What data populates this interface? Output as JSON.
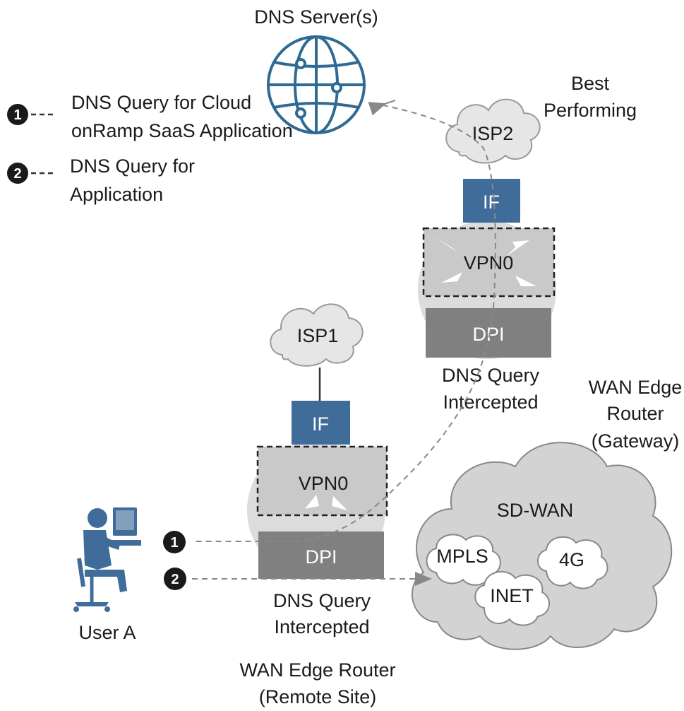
{
  "dns_server": {
    "label": "DNS Server(s)",
    "icon": "globe-icon"
  },
  "legend": [
    {
      "num": "1",
      "line1": "DNS Query for Cloud",
      "line2": "onRamp SaaS Application"
    },
    {
      "num": "2",
      "line1": "DNS Query for",
      "line2": "Application"
    }
  ],
  "gateway": {
    "isp": "ISP2",
    "best_line1": "Best",
    "best_line2": "Performing",
    "if_label": "IF",
    "vpn_label": "VPN0",
    "dpi_label": "DPI",
    "intercept_line1": "DNS Query",
    "intercept_line2": "Intercepted",
    "title_line1": "WAN Edge",
    "title_line2": "Router",
    "title_line3": "(Gateway)"
  },
  "remote": {
    "isp": "ISP1",
    "if_label": "IF",
    "vpn_label": "VPN0",
    "dpi_label": "DPI",
    "intercept_line1": "DNS Query",
    "intercept_line2": "Intercepted",
    "title_line1": "WAN Edge Router",
    "title_line2": "(Remote Site)"
  },
  "sdwan": {
    "label": "SD-WAN",
    "mpls": "MPLS",
    "inet": "INET",
    "lte": "4G"
  },
  "user": {
    "label": "User A",
    "icon": "user-at-computer-icon"
  },
  "badges": {
    "one": "1",
    "two": "2"
  },
  "colors": {
    "blue": "#3f6c99",
    "globe_blue": "#2f6a94",
    "dpi_gray": "#808080",
    "router_gray": "#dcdcdc",
    "cloud_fill": "#e6e6e6"
  }
}
